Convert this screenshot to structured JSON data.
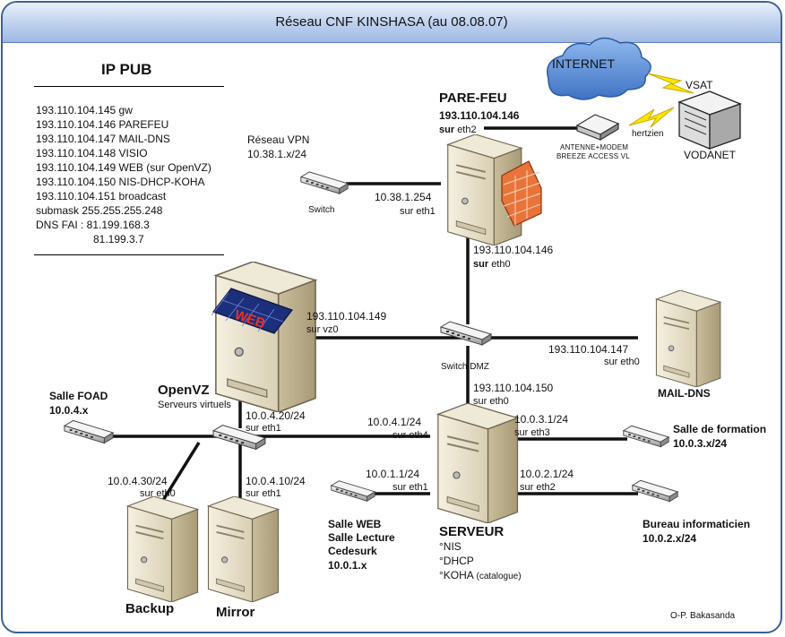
{
  "title": "Réseau CNF KINSHASA (au 08.08.07)",
  "ip_pub": {
    "title": "IP PUB",
    "lines": [
      "193.110.104.145  gw",
      "193.110.104.146  PAREFEU",
      "193.110.104.147  MAIL-DNS",
      "193.110.104.148  VISIO",
      "193.110.104.149  WEB (sur OpenVZ)",
      "193.110.104.150  NIS-DHCP-KOHA",
      "193.110.104.151  broadcast",
      "submask  255.255.255.248",
      "DNS FAI : 81.199.168.3",
      "81.199.3.7"
    ]
  },
  "internet": {
    "cloud": "INTERNET",
    "vsat": "VSAT",
    "vodanet": "VODANET",
    "hertzien": "hertzien"
  },
  "antenna": {
    "line1": "ANTENNE+MODEM",
    "line2": "BREEZE ACCESS VL"
  },
  "firewall": {
    "name": "PARE-FEU",
    "ip": "193.110.104.146",
    "eth2_prefix": "sur",
    "eth2": "eth2",
    "eth1_ip": "10.38.1.254",
    "eth1_prefix": "sur",
    "eth1": "eth1",
    "eth0_ip": "193.110.104.146",
    "eth0_prefix": "sur",
    "eth0": "eth0"
  },
  "vpn": {
    "label": "Réseau VPN",
    "net": "10.38.1.x/24",
    "switch": "Switch"
  },
  "openvz": {
    "name": "OpenVZ",
    "subtitle": "Serveurs virtuels",
    "web_badge": "WEB",
    "vz0_ip": "193.110.104.149",
    "vz0": "sur vz0",
    "eth1_ip": "10.0.4.20/24",
    "eth1": "sur eth1"
  },
  "dmz": {
    "switch": "Switch DMZ"
  },
  "mail": {
    "name": "MAIL-DNS",
    "ip": "193.110.104.147",
    "eth0": "sur eth0"
  },
  "serveur": {
    "name": "SERVEUR",
    "eth0_ip": "193.110.104.150",
    "eth0": "sur eth0",
    "eth4_ip": "10.0.4.1/24",
    "eth4": "sur eth4",
    "eth3_ip": "10.0.3.1/24",
    "eth3": "sur eth3",
    "eth1_ip": "10.0.1.1/24",
    "eth1": "sur eth1",
    "eth2_ip": "10.0.2.1/24",
    "eth2": "sur eth2",
    "services": [
      "°NIS",
      "°DHCP",
      "°KOHA"
    ],
    "koha_note": "(catalogue)"
  },
  "salle_foad": {
    "name": "Salle FOAD",
    "net": "10.0.4.x"
  },
  "salle_formation": {
    "name": "Salle de formation",
    "net": "10.0.3.x/24"
  },
  "bureau": {
    "name": "Bureau informaticien",
    "net": "10.0.2.x/24"
  },
  "salle_web": {
    "line1": "Salle WEB",
    "line2": "Salle Lecture",
    "line3": "Cedesurk",
    "net": "10.0.1.x"
  },
  "backup": {
    "name": "Backup",
    "ip": "10.0.4.30/24",
    "eth": "sur eth0"
  },
  "mirror": {
    "name": "Mirror",
    "ip": "10.0.4.10/24",
    "eth": "sur eth1"
  },
  "author": "O-P. Bakasanda",
  "colors": {
    "title_bar": "#bdd0ee",
    "frame": "#3a5f9c",
    "cloud": "#5b8fd6",
    "firewall_brick": "#e8743a",
    "server_body": "#e9e2cf"
  }
}
